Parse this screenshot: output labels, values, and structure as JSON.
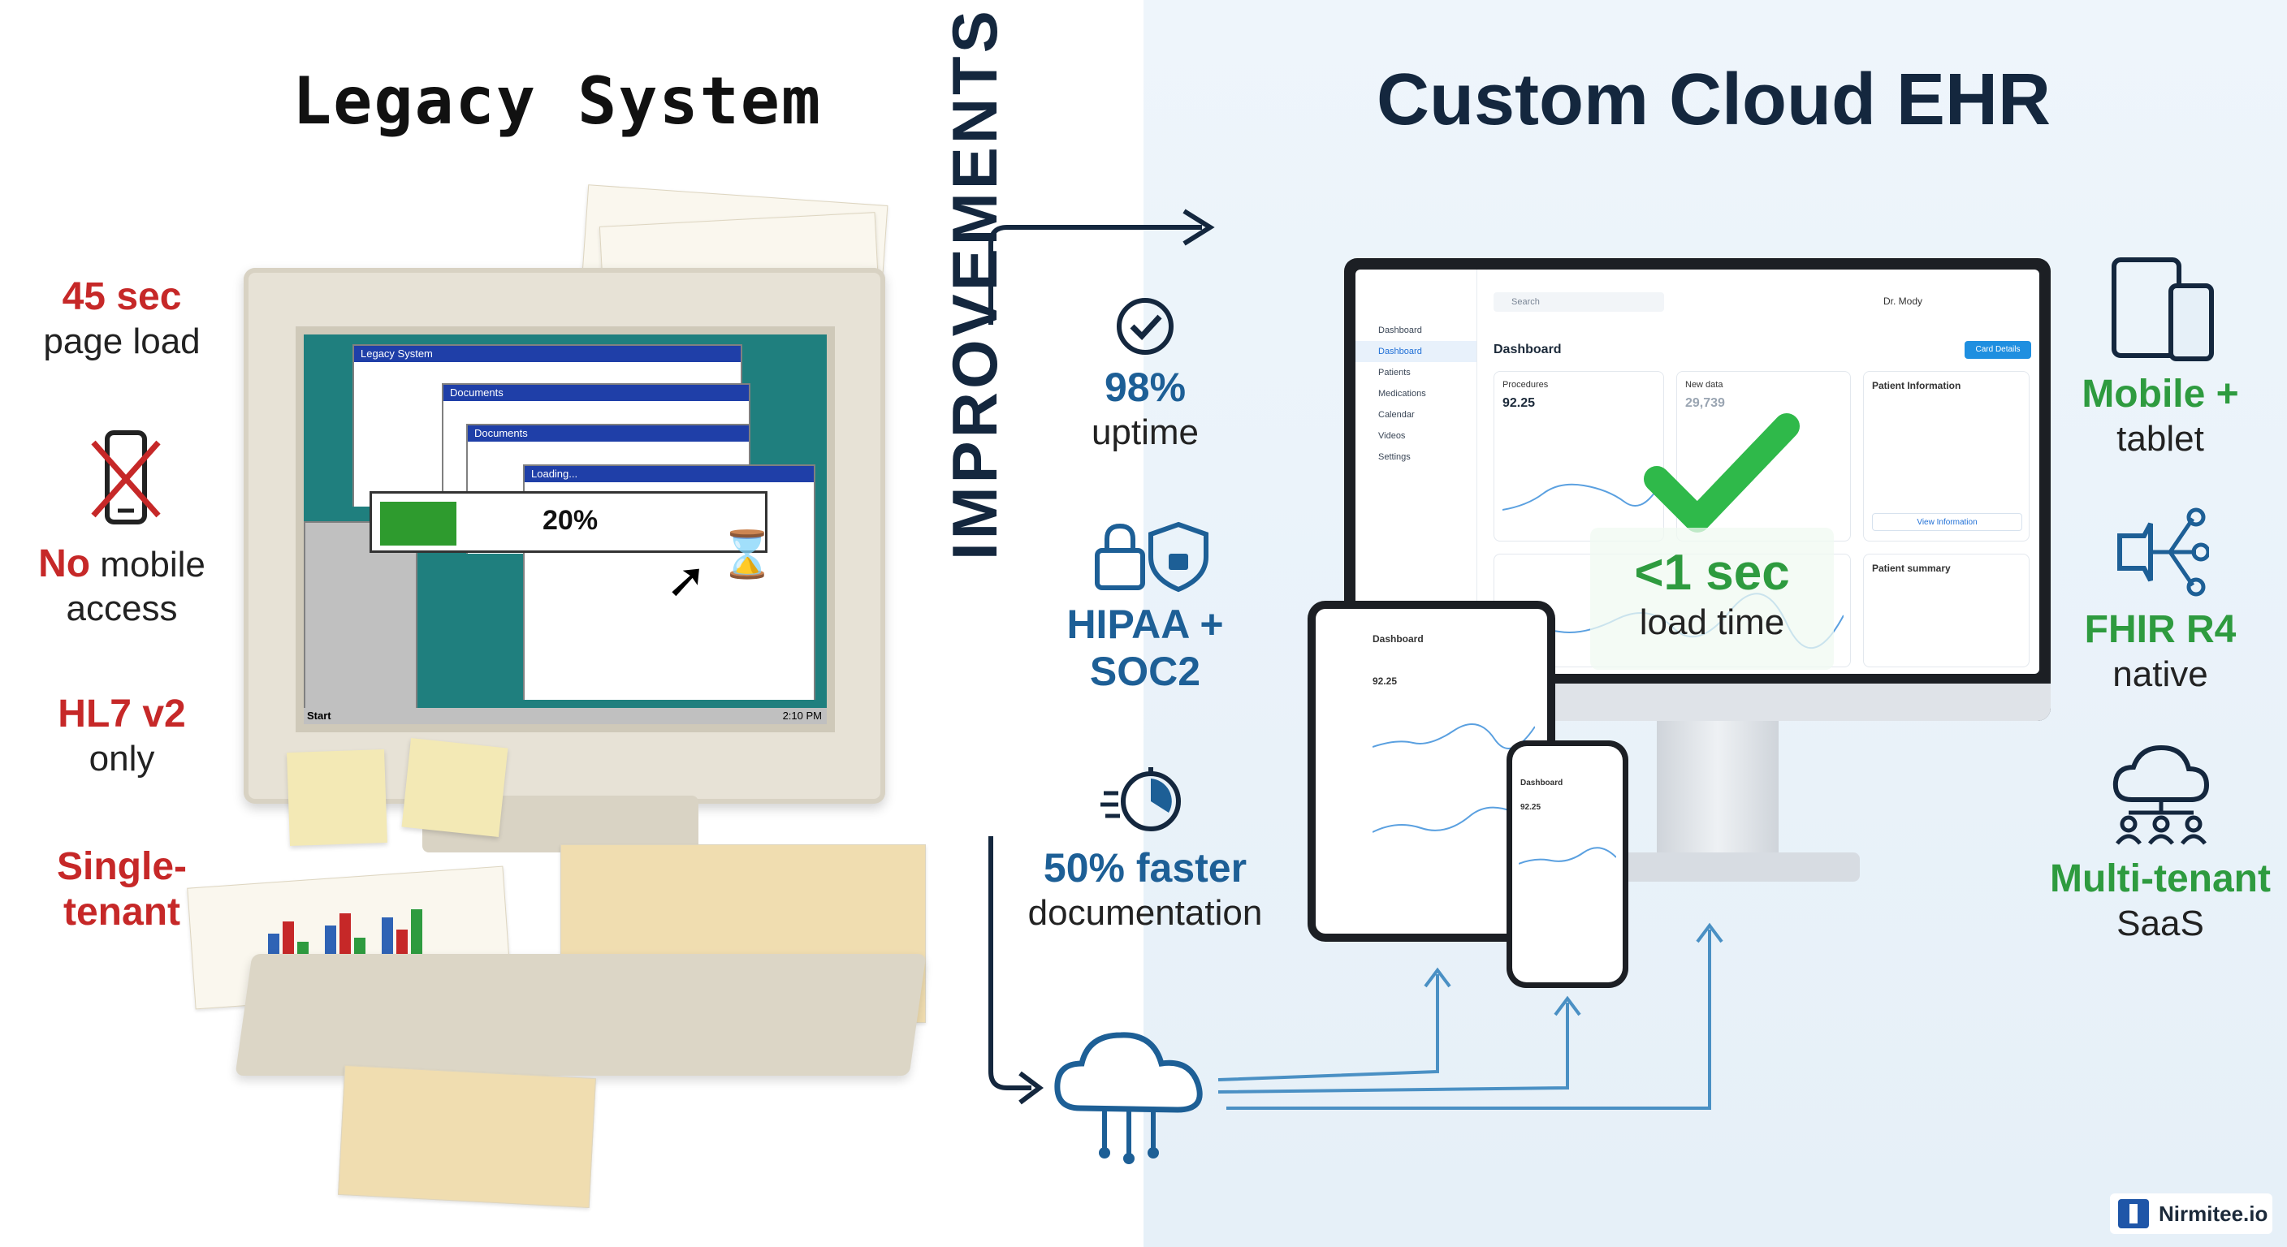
{
  "titles": {
    "legacy": "Legacy System",
    "cloud": "Custom Cloud EHR"
  },
  "legacy_stats": [
    {
      "big": "45 sec",
      "small": "page load"
    },
    {
      "big_prefix": "No",
      "big_rest": " mobile",
      "small": "access"
    },
    {
      "big": "HL7 v2",
      "small": "only"
    },
    {
      "big_line1": "Single-",
      "big_line2": "tenant"
    }
  ],
  "legacy_screen": {
    "progress_percent": 20,
    "progress_label": "20%",
    "start_label": "Start",
    "clock": "2:10 PM",
    "window_titles": [
      "Legacy System",
      "Documents",
      "Documents",
      "Loading..."
    ]
  },
  "improvements": {
    "label": "IMPROVEMENTS",
    "items": [
      {
        "big": "98%",
        "small": "uptime",
        "icon": "check-circle-icon"
      },
      {
        "big_line1": "HIPAA +",
        "big_line2": "SOC2",
        "icon": "lock-shield-icon"
      },
      {
        "big": "50% faster",
        "small": "documentation",
        "icon": "stopwatch-icon"
      }
    ]
  },
  "cloud_ui": {
    "search_placeholder": "Search",
    "user_name": "Dr. Mody",
    "dashboard_title": "Dashboard",
    "sidebar": [
      "Dashboard",
      "Dashboard",
      "Patients",
      "Medications",
      "Calendar",
      "Videos",
      "Settings"
    ],
    "card1_label": "Procedures",
    "card1_value": "92.25",
    "card2_label": "New data",
    "card2_value": "29,739",
    "patient_info_title": "Patient Information",
    "patient_summary_title": "Patient summary",
    "button_label": "Card Details",
    "view_label": "View Information"
  },
  "overlay": {
    "big": "<1 sec",
    "small": "load time"
  },
  "features": [
    {
      "big": "Mobile +",
      "small": "tablet",
      "icon": "devices-icon"
    },
    {
      "big": "FHIR R4",
      "small": "native",
      "icon": "fhir-network-icon"
    },
    {
      "big": "Multi-tenant",
      "small": "SaaS",
      "icon": "cloud-users-icon"
    }
  ],
  "brand": {
    "name": "Nirmitee.io"
  },
  "colors": {
    "legacy_red": "#c62828",
    "improve_blue": "#1d5f96",
    "feature_green": "#2e9b3f",
    "title_navy": "#14273e"
  }
}
